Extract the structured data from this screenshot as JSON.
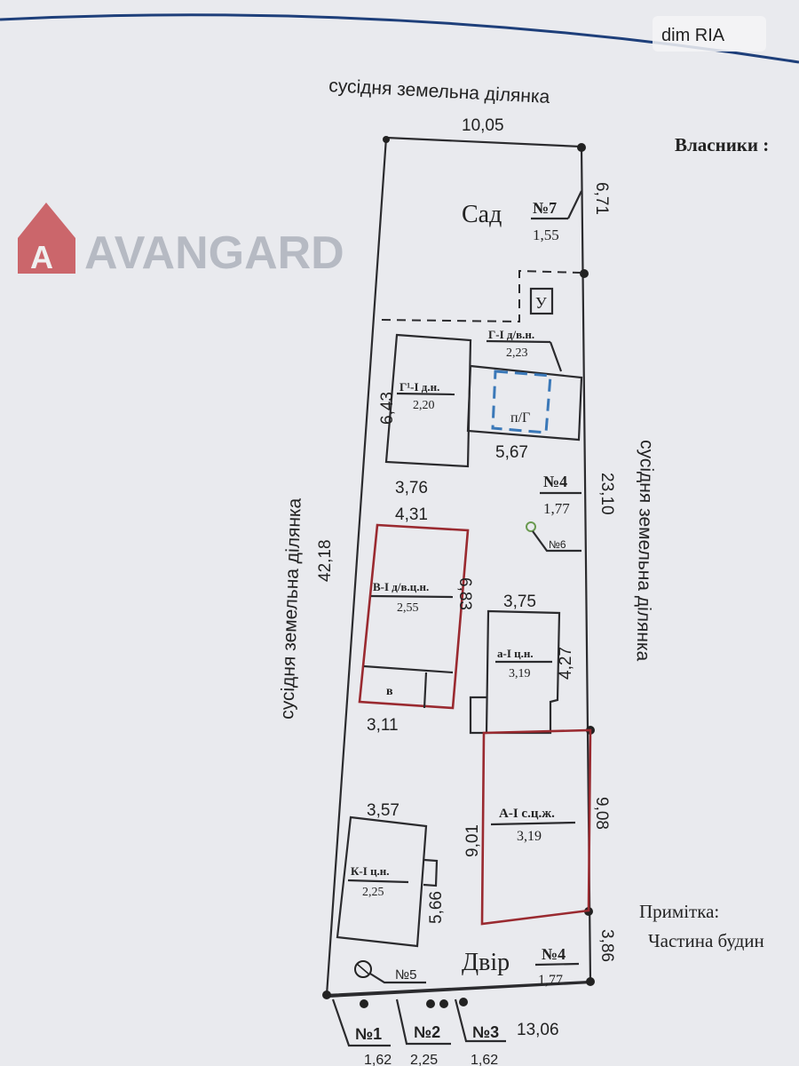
{
  "logos": {
    "dimria": "dim RIA",
    "watermark": "AVANGARD"
  },
  "neighbors": {
    "top": "сусідня земельна ділянка",
    "left": "сусідня земельна ділянка",
    "right": "сусідня земельна ділянка"
  },
  "owners_label": "Власники :",
  "note": {
    "title": "Примітка:",
    "text": "Частина будин"
  },
  "areas": {
    "garden": "Сад",
    "yard": "Двір"
  },
  "dimensions": {
    "top": "10,05",
    "right_top": "6,71",
    "left": "42,18",
    "g1_height": "6,43",
    "g_width": "5,67",
    "g1_width": "3,76",
    "right_mid": "23,10",
    "v_top": "4,31",
    "v_height": "6,83",
    "v_bottom": "3,11",
    "a_small_top": "3,75",
    "a_small_height": "4,27",
    "k_top": "3,57",
    "k_height": "5,66",
    "a_height": "9,01",
    "right_a": "9,08",
    "right_bottom": "3,86",
    "bottom": "13,06"
  },
  "buildings": [
    {
      "id": "Г¹",
      "label": "Г¹-І д.н.",
      "value": "2,20"
    },
    {
      "id": "Г",
      "label": "Г-І д/в.н.",
      "value": "2,23"
    },
    {
      "id": "п/Г",
      "label": "п/Г"
    },
    {
      "id": "У",
      "label": "У"
    },
    {
      "id": "В",
      "label": "В-І д/в.ц.н.",
      "value": "2,55"
    },
    {
      "id": "в",
      "label": "в"
    },
    {
      "id": "а",
      "label": "а-І ц.н.",
      "value": "3,19"
    },
    {
      "id": "А",
      "label": "А-І с.ц.ж.",
      "value": "3,19"
    },
    {
      "id": "К",
      "label": "К-І ц.н.",
      "value": "2,25"
    }
  ],
  "fences": [
    {
      "label": "№7",
      "value": "1,55"
    },
    {
      "label": "№4",
      "value": "1,77"
    },
    {
      "label": "№6"
    },
    {
      "label": "№5"
    },
    {
      "label": "№4",
      "value": "1,77"
    },
    {
      "label": "№1",
      "value": "1,62"
    },
    {
      "label": "№2",
      "value": "2,25"
    },
    {
      "label": "№3",
      "value": "1,62"
    }
  ],
  "colors": {
    "paper": "#e9eaee",
    "ink": "#2b2b2e",
    "registered_outline": "#9a2a30",
    "planned_outline": "#3a78b8",
    "watermark": "#8d94a0",
    "watermark_logo": "#c0393f"
  }
}
